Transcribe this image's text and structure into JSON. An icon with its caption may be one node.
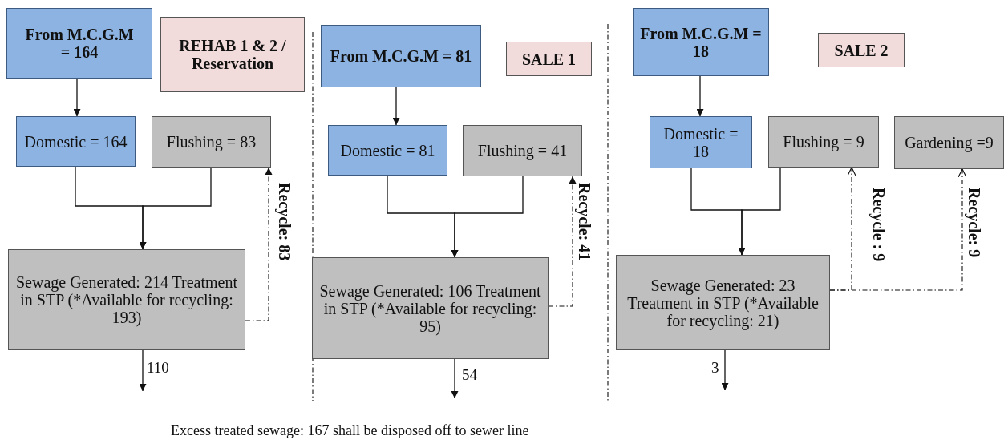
{
  "diagram": {
    "nodes": [
      {
        "text": [
          "From M.C.G.M = 164"
        ]
      },
      {
        "text": [
          "REHAB 1 & 2 / Reservation"
        ]
      },
      {
        "text": [
          "Domestic = 164"
        ]
      },
      {
        "text": [
          "Flushing = 83"
        ]
      },
      {
        "text": [
          "Sewage Generated: 214 Treatment in STP (*Available for recycling: 193)"
        ]
      },
      {
        "text": [
          "From M.C.G.M = 81"
        ]
      },
      {
        "text": [
          "SALE 1"
        ]
      },
      {
        "text": [
          "Domestic = 81"
        ]
      },
      {
        "text": [
          "Flushing = 41"
        ]
      },
      {
        "text": [
          "Sewage Generated:  106 Treatment in STP (*Available for recycling: 95)"
        ]
      },
      {
        "text": [
          "From M.C.G.M = 18"
        ]
      },
      {
        "text": [
          "SALE 2"
        ]
      },
      {
        "text": [
          "Domestic = 18"
        ]
      },
      {
        "text": [
          "Flushing = 9"
        ]
      },
      {
        "text": [
          "Gardening =9"
        ]
      },
      {
        "text": [
          "Sewage Generated: 23 Treatment in STP (*Available for recycling: 21)"
        ]
      }
    ],
    "edges": [
      {
        "from": 0,
        "to": 2,
        "arrow": "to"
      },
      {
        "from": 2,
        "to": 4,
        "arrow": "to"
      },
      {
        "from": 3,
        "to": 4,
        "arrow": "to"
      },
      {
        "from": 4,
        "to": 3,
        "arrow": "to",
        "label": "Recycle: 83",
        "style": "dashed"
      },
      {
        "from": 4,
        "to": null,
        "arrow": "to",
        "label": "110"
      },
      {
        "from": 5,
        "to": 7,
        "arrow": "to"
      },
      {
        "from": 7,
        "to": 9,
        "arrow": "to"
      },
      {
        "from": 8,
        "to": 9,
        "arrow": "to"
      },
      {
        "from": 9,
        "to": 8,
        "arrow": "to",
        "label": "Recycle: 41",
        "style": "dashed"
      },
      {
        "from": 9,
        "to": null,
        "arrow": "to",
        "label": "54"
      },
      {
        "from": 10,
        "to": 12,
        "arrow": "to"
      },
      {
        "from": 12,
        "to": 15,
        "arrow": "to"
      },
      {
        "from": 13,
        "to": 15,
        "arrow": "to"
      },
      {
        "from": 15,
        "to": 13,
        "arrow": "to",
        "label": "Recycle : 9",
        "style": "dashed"
      },
      {
        "from": 15,
        "to": 14,
        "arrow": "to",
        "label": "Recycle: 9",
        "style": "dashed"
      },
      {
        "from": 15,
        "to": null,
        "arrow": "to",
        "label": "3"
      }
    ],
    "labels": [
      "Excess treated sewage: 167 shall be disposed off to sewer line"
    ]
  }
}
